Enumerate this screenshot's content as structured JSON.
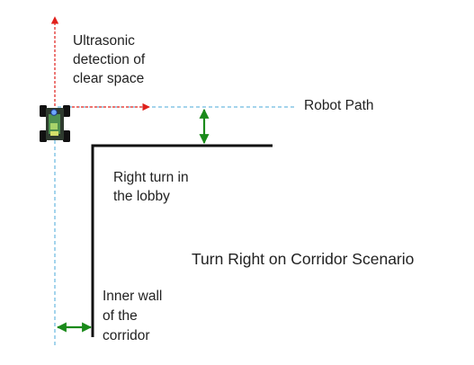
{
  "labels": {
    "ultrasonic": [
      "Ultrasonic",
      "detection of",
      "clear space"
    ],
    "robot_path": "Robot Path",
    "right_turn": [
      "Right turn in",
      "the lobby"
    ],
    "scenario_title": "Turn Right on Corridor Scenario",
    "inner_wall": [
      "Inner wall",
      "of the",
      "corridor"
    ]
  },
  "colors": {
    "wall": "#111111",
    "path_line": "#4aa8d8",
    "detection_arrow": "#e0201b",
    "distance_arrow": "#1a8a1a",
    "text": "#222222"
  },
  "icons": {
    "robot": "robot-car-icon"
  }
}
